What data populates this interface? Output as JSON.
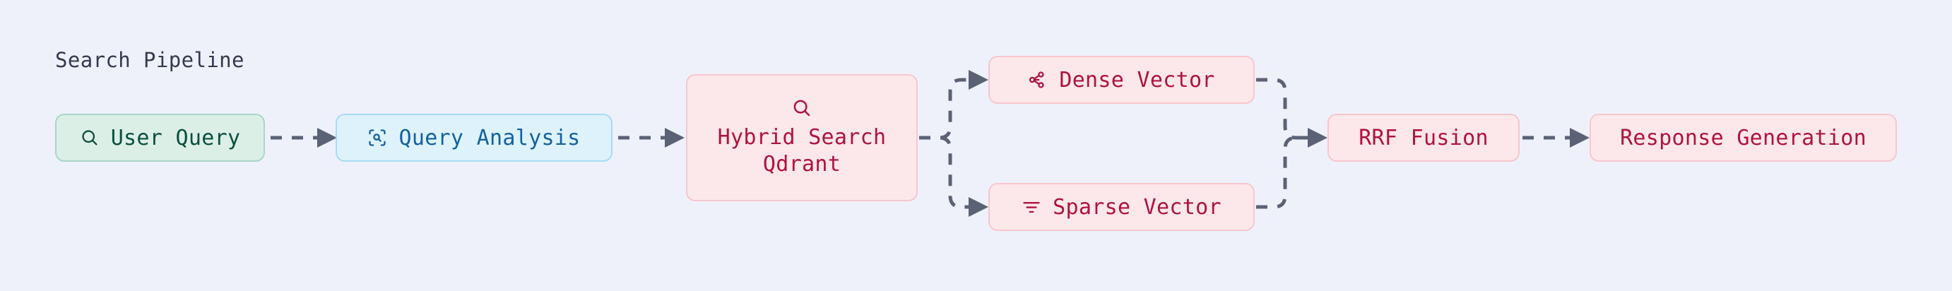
{
  "diagram": {
    "title": "Search Pipeline",
    "type": "flowchart",
    "orientation": "left-to-right",
    "background_color": "#eef1fa",
    "title_color": "#343a4d",
    "edge_color": "#5b6275",
    "edge_style": "dashed-with-arrowhead"
  },
  "palettes": {
    "green": {
      "fill": "#dcefe7",
      "border": "#a9d6c7",
      "text": "#0c4f3f"
    },
    "blue": {
      "fill": "#ddf2fb",
      "border": "#a7dbf2",
      "text": "#15619f"
    },
    "pink": {
      "fill": "#fce8ea",
      "border": "#f8c6cd",
      "text": "#b01340"
    }
  },
  "nodes": [
    {
      "id": "user-query",
      "label": "User Query",
      "icon": "search-icon",
      "palette": "green"
    },
    {
      "id": "query-analysis",
      "label": "Query Analysis",
      "icon": "scan-search-icon",
      "palette": "blue"
    },
    {
      "id": "hybrid-search",
      "label": "Hybrid Search\nQdrant",
      "line1": "Hybrid Search",
      "line2": "Qdrant",
      "icon": "search-icon",
      "palette": "pink"
    },
    {
      "id": "dense-vector",
      "label": "Dense Vector",
      "icon": "waypoints-network-icon",
      "palette": "pink"
    },
    {
      "id": "sparse-vector",
      "label": "Sparse Vector",
      "icon": "filter-lines-icon",
      "palette": "pink"
    },
    {
      "id": "rrf-fusion",
      "label": "RRF Fusion",
      "icon": null,
      "palette": "pink"
    },
    {
      "id": "response-generation",
      "label": "Response Generation",
      "icon": null,
      "palette": "pink"
    }
  ],
  "edges": [
    {
      "from": "user-query",
      "to": "query-analysis"
    },
    {
      "from": "query-analysis",
      "to": "hybrid-search"
    },
    {
      "from": "hybrid-search",
      "to": "dense-vector"
    },
    {
      "from": "hybrid-search",
      "to": "sparse-vector"
    },
    {
      "from": "dense-vector",
      "to": "rrf-fusion"
    },
    {
      "from": "sparse-vector",
      "to": "rrf-fusion"
    },
    {
      "from": "rrf-fusion",
      "to": "response-generation"
    }
  ]
}
